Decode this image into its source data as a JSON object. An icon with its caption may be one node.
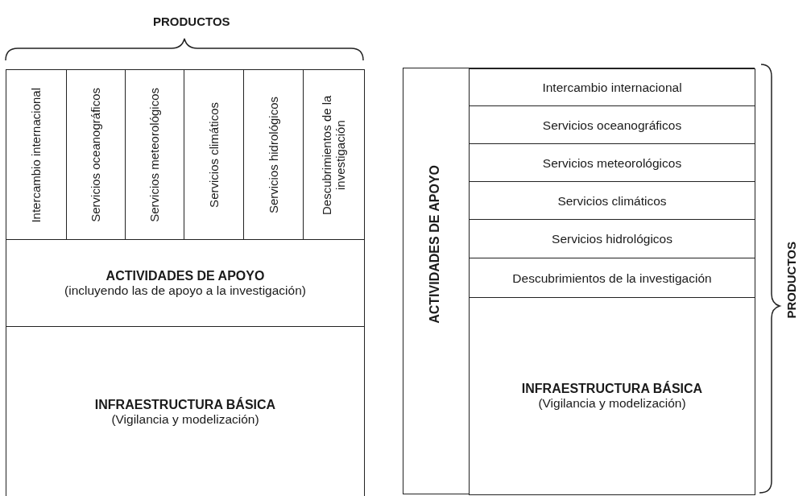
{
  "diagram": {
    "nodes": [
      {
        "text": [
          "Intercambio internacional"
        ]
      },
      {
        "text": [
          "Servicios oceanográficos"
        ]
      },
      {
        "text": [
          "Servicios meteorológicos"
        ]
      },
      {
        "text": [
          "Servicios climáticos"
        ]
      },
      {
        "text": [
          "Servicios hidrológicos"
        ]
      },
      {
        "text": [
          "Descubrimientos de la investigación"
        ]
      },
      {
        "text": [
          "ACTIVIDADES DE APOYO",
          "(incluyendo las de apoyo a la investigación)"
        ]
      },
      {
        "text": [
          "INFRAESTRUCTURA BÁSICA",
          "(Vigilancia y modelización)"
        ]
      },
      {
        "text": [
          "ACTIVIDADES DE APOYO"
        ]
      },
      {
        "text": [
          "Intercambio internacional"
        ],
        "in": 8
      },
      {
        "text": [
          "Servicios oceanográficos"
        ],
        "in": 8
      },
      {
        "text": [
          "Servicios meteorológicos"
        ],
        "in": 8
      },
      {
        "text": [
          "Servicios climáticos"
        ],
        "in": 8
      },
      {
        "text": [
          "Servicios hidrológicos"
        ],
        "in": 8
      },
      {
        "text": [
          "Descubrimientos de la investigación"
        ],
        "in": 8
      },
      {
        "text": [
          "INFRAESTRUCTURA BÁSICA",
          "(Vigilancia y modelización)"
        ],
        "in": 8
      }
    ],
    "labels": [
      "PRODUCTOS",
      "PRODUCTOS"
    ]
  }
}
